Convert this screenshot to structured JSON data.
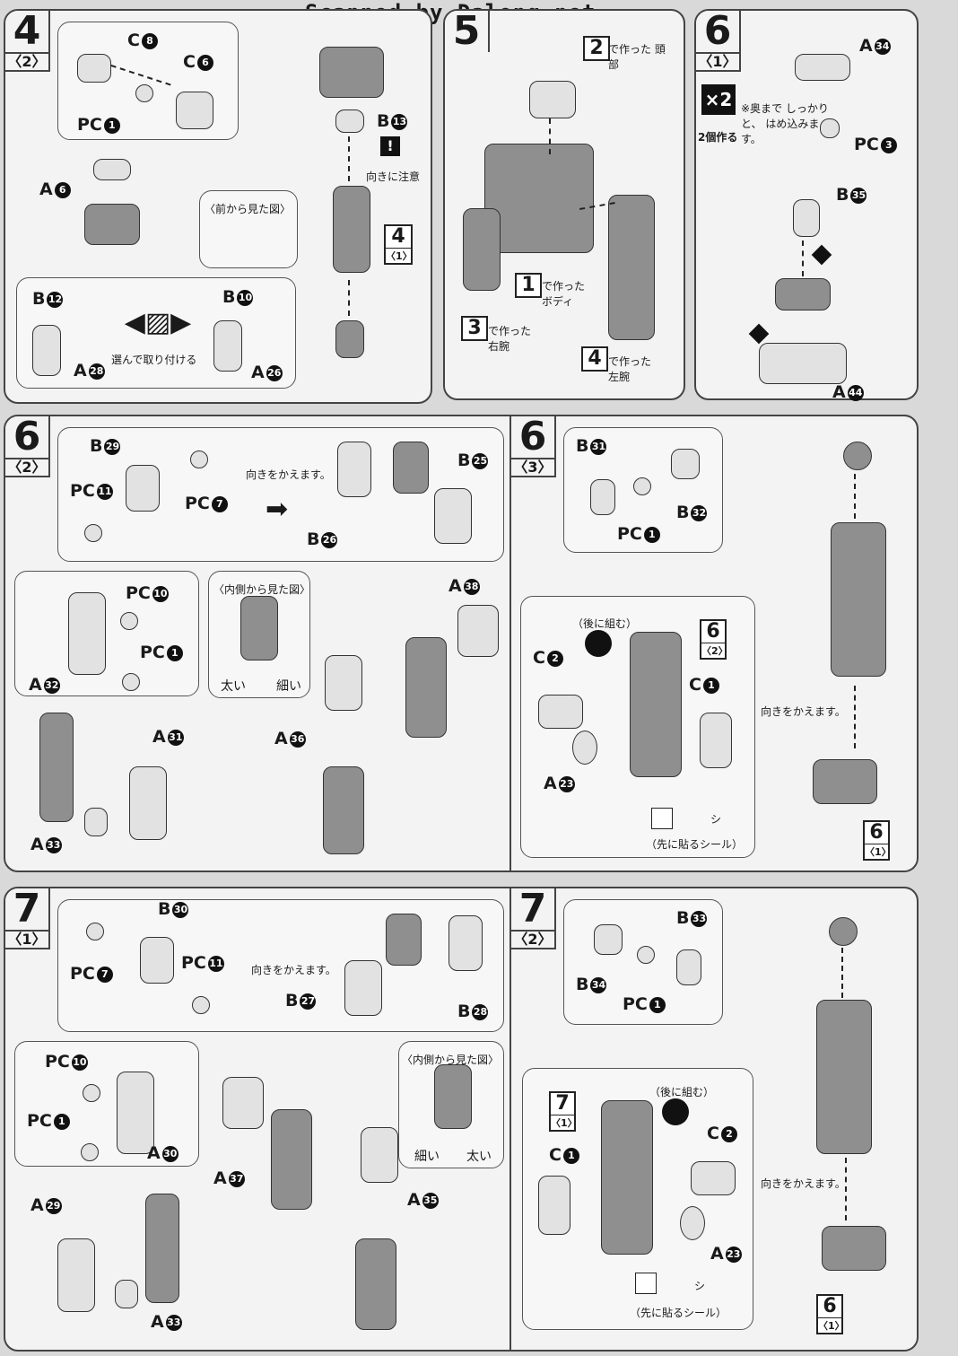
{
  "watermark": "Scanned by Dalong.net",
  "steps": {
    "s4": {
      "num": "4",
      "sub": "〈2〉",
      "labels": {
        "c8": "C",
        "c8n": "8",
        "c6": "C",
        "c6n": "6",
        "pc1": "PC",
        "pc1n": "1",
        "a6": "A",
        "a6n": "6",
        "b13": "B",
        "b13n": "13",
        "b12": "B",
        "b12n": "12",
        "b10": "B",
        "b10n": "10",
        "a28": "A",
        "a28n": "28",
        "a26": "A",
        "a26n": "26"
      },
      "notes": {
        "caution": "向きに注意",
        "front_view": "〈前から見た図〉",
        "choose": "選んで取り付ける"
      },
      "ref": {
        "num": "4",
        "sub": "〈1〉"
      }
    },
    "s5": {
      "num": "5",
      "notes": {
        "head": "で作った 頭部",
        "body": "で作った ボディ",
        "right_arm": "で作った 右腕",
        "left_arm": "で作った 左腕"
      },
      "refs": [
        "2",
        "1",
        "3",
        "4"
      ]
    },
    "s6_1": {
      "num": "6",
      "sub": "〈1〉",
      "x2": "×2",
      "x2_note": "2個作る",
      "labels": {
        "a34": "A",
        "a34n": "34",
        "pc3": "PC",
        "pc3n": "3",
        "b35": "B",
        "b35n": "35",
        "a44": "A",
        "a44n": "44"
      },
      "notes": {
        "push": "※奥まで しっかりと、 はめ込みます。"
      }
    },
    "s6_2": {
      "num": "6",
      "sub": "〈2〉",
      "labels": {
        "b29": "B",
        "b29n": "29",
        "pc11": "PC",
        "pc11n": "11",
        "pc7": "PC",
        "pc7n": "7",
        "b25": "B",
        "b25n": "25",
        "b26": "B",
        "b26n": "26",
        "pc10": "PC",
        "pc10n": "10",
        "pc1": "PC",
        "pc1n": "1",
        "a32": "A",
        "a32n": "32",
        "a38": "A",
        "a38n": "38",
        "a36": "A",
        "a36n": "36",
        "a31": "A",
        "a31n": "31",
        "a33": "A",
        "a33n": "33"
      },
      "notes": {
        "turn": "向きをかえます。",
        "inside_view": "〈内側から見た図〉",
        "thick": "太い",
        "thin": "細い"
      }
    },
    "s6_3": {
      "num": "6",
      "sub": "〈3〉",
      "labels": {
        "b31": "B",
        "b31n": "31",
        "b32": "B",
        "b32n": "32",
        "pc1": "PC",
        "pc1n": "1",
        "c2": "C",
        "c2n": "2",
        "c1": "C",
        "c1n": "1",
        "a23": "A",
        "a23n": "23"
      },
      "notes": {
        "later": "（後に組む）",
        "turn": "向きをかえます。",
        "sticker": "（先に貼るシール）",
        "shi": "シ"
      },
      "ref": {
        "num": "6",
        "sub": "〈2〉"
      },
      "ref2": {
        "num": "6",
        "sub": "〈1〉"
      }
    },
    "s7_1": {
      "num": "7",
      "sub": "〈1〉",
      "labels": {
        "b30": "B",
        "b30n": "30",
        "pc7": "PC",
        "pc7n": "7",
        "pc11": "PC",
        "pc11n": "11",
        "b27": "B",
        "b27n": "27",
        "b28": "B",
        "b28n": "28",
        "pc10": "PC",
        "pc10n": "10",
        "pc1": "PC",
        "pc1n": "1",
        "a30": "A",
        "a30n": "30",
        "a37": "A",
        "a37n": "37",
        "a35": "A",
        "a35n": "35",
        "a29": "A",
        "a29n": "29",
        "a33": "A",
        "a33n": "33"
      },
      "notes": {
        "turn": "向きをかえます。",
        "inside_view": "〈内側から見た図〉",
        "thin": "細い",
        "thick": "太い"
      }
    },
    "s7_2": {
      "num": "7",
      "sub": "〈2〉",
      "labels": {
        "b33": "B",
        "b33n": "33",
        "b34": "B",
        "b34n": "34",
        "pc1": "PC",
        "pc1n": "1",
        "c1": "C",
        "c1n": "1",
        "c2": "C",
        "c2n": "2",
        "a23": "A",
        "a23n": "23"
      },
      "notes": {
        "later": "（後に組む）",
        "turn": "向きをかえます。",
        "sticker": "（先に貼るシール）",
        "shi": "シ"
      },
      "ref": {
        "num": "7",
        "sub": "〈1〉"
      },
      "ref2": {
        "num": "6",
        "sub": "〈1〉"
      }
    }
  }
}
